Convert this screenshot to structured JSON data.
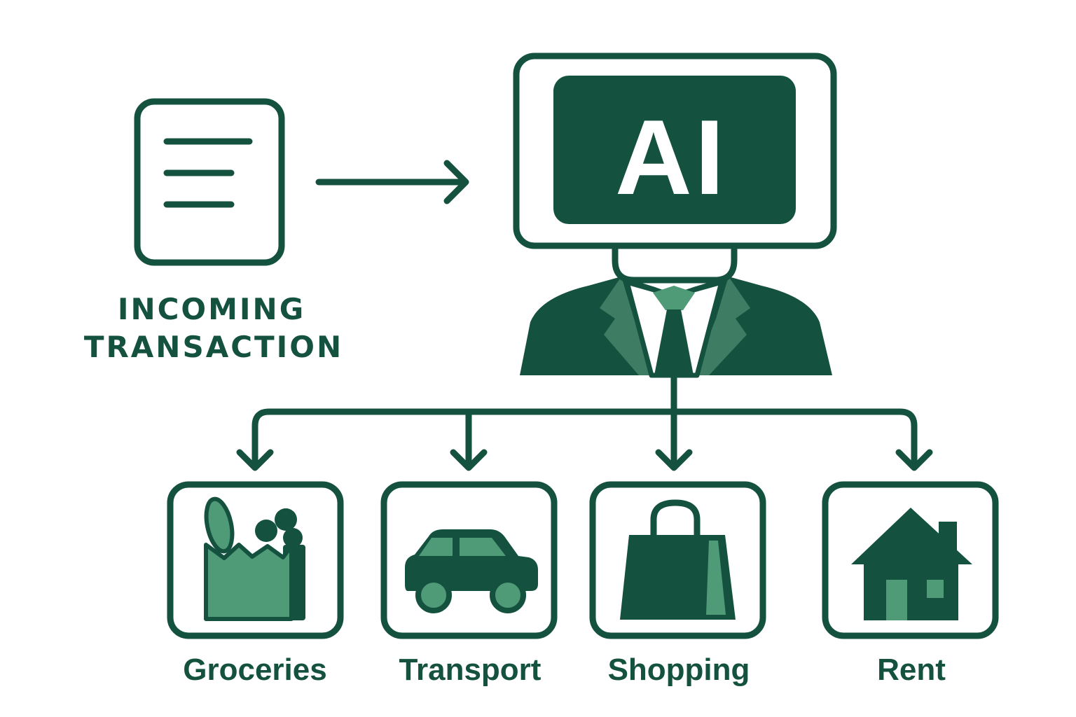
{
  "colors": {
    "primary": "#14523f",
    "secondary": "#4f9a77",
    "background": "#ffffff"
  },
  "input": {
    "icon": "document-icon",
    "caption_line1": "INCOMING",
    "caption_line2": "TRANSACTION"
  },
  "classifier": {
    "icon": "ai-agent-icon",
    "screen_label": "AI"
  },
  "categories": [
    {
      "label": "Groceries",
      "icon": "grocery-bag-icon"
    },
    {
      "label": "Transport",
      "icon": "car-icon"
    },
    {
      "label": "Shopping",
      "icon": "shopping-bag-icon"
    },
    {
      "label": "Rent",
      "icon": "house-icon"
    }
  ]
}
